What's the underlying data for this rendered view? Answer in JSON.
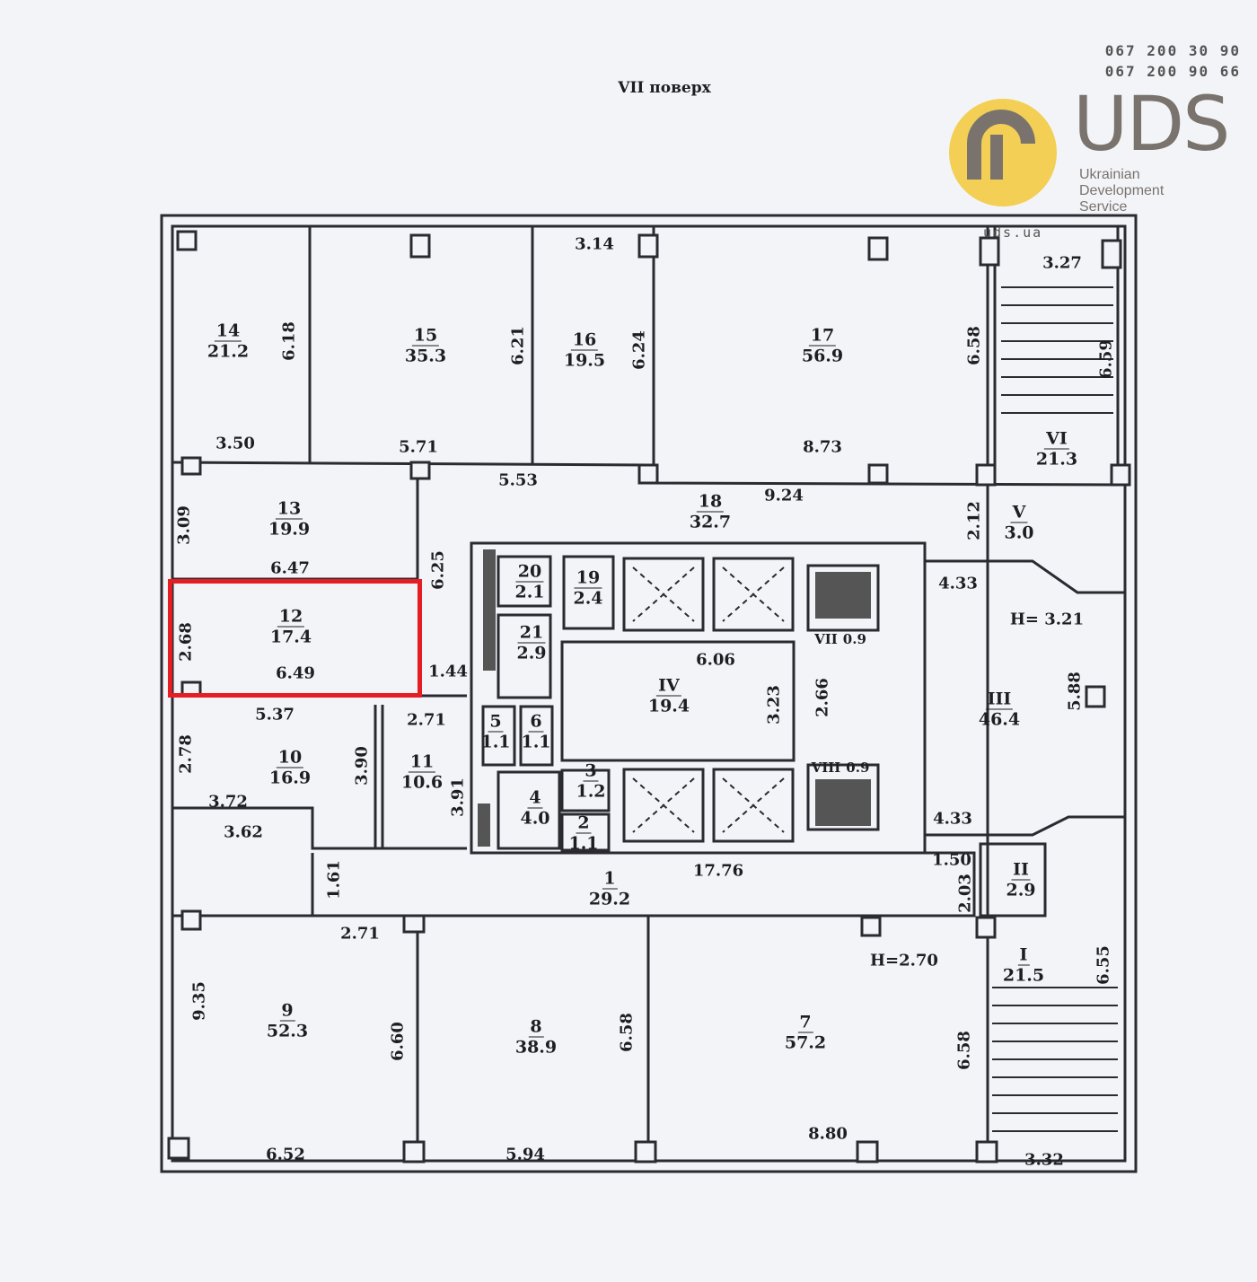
{
  "title": "VII поверх",
  "contacts": {
    "phone1": "067 200 30 90",
    "phone2": "067 200 90 66",
    "site": "uds.ua"
  },
  "brand": {
    "name": "UDS",
    "tagline1": "Ukrainian",
    "tagline2": "Development",
    "tagline3": "Service",
    "accent": "#f3cf55",
    "gray": "#7a736d"
  },
  "highlight": {
    "room": "12",
    "color": "#e41e22"
  },
  "rooms": [
    {
      "id": "14",
      "area": "21.2"
    },
    {
      "id": "15",
      "area": "35.3"
    },
    {
      "id": "16",
      "area": "19.5"
    },
    {
      "id": "17",
      "area": "56.9"
    },
    {
      "id": "VI",
      "area": "21.3"
    },
    {
      "id": "V",
      "area": "3.0"
    },
    {
      "id": "13",
      "area": "19.9"
    },
    {
      "id": "18",
      "area": "32.7"
    },
    {
      "id": "20",
      "area": "2.1"
    },
    {
      "id": "19",
      "area": "2.4"
    },
    {
      "id": "21",
      "area": "2.9"
    },
    {
      "id": "12",
      "area": "17.4"
    },
    {
      "id": "IV",
      "area": "19.4"
    },
    {
      "id": "III",
      "area": "46.4"
    },
    {
      "id": "10",
      "area": "16.9"
    },
    {
      "id": "11",
      "area": "10.6"
    },
    {
      "id": "5",
      "area": "1.1"
    },
    {
      "id": "6",
      "area": "1.1"
    },
    {
      "id": "4",
      "area": "4.0"
    },
    {
      "id": "3",
      "area": "1.2"
    },
    {
      "id": "2",
      "area": "1.1"
    },
    {
      "id": "1",
      "area": "29.2"
    },
    {
      "id": "II",
      "area": "2.9"
    },
    {
      "id": "I",
      "area": "21.5"
    },
    {
      "id": "9",
      "area": "52.3"
    },
    {
      "id": "8",
      "area": "38.9"
    },
    {
      "id": "7",
      "area": "57.2"
    },
    {
      "id": "VII",
      "area": "0.9"
    },
    {
      "id": "VIII",
      "area": "0.9"
    }
  ],
  "dimensions": [
    "3.14",
    "3.27",
    "6.18",
    "6.21",
    "6.24",
    "6.58",
    "6.59",
    "3.50",
    "5.71",
    "5.53",
    "8.73",
    "9.24",
    "3.09",
    "6.25",
    "2.12",
    "6.47",
    "4.33",
    "H= 3.21",
    "2.68",
    "6.49",
    "1.44",
    "6.06",
    "3.23",
    "2.66",
    "5.88",
    "5.37",
    "2.71",
    "2.78",
    "3.90",
    "3.91",
    "3.72",
    "3.62",
    "4.33",
    "17.76",
    "1.50",
    "1.61",
    "2.03",
    "2.71",
    "H=2.70",
    "6.55",
    "9.35",
    "6.60",
    "6.58",
    "6.58",
    "8.80",
    "6.52",
    "5.94",
    "3.32"
  ]
}
